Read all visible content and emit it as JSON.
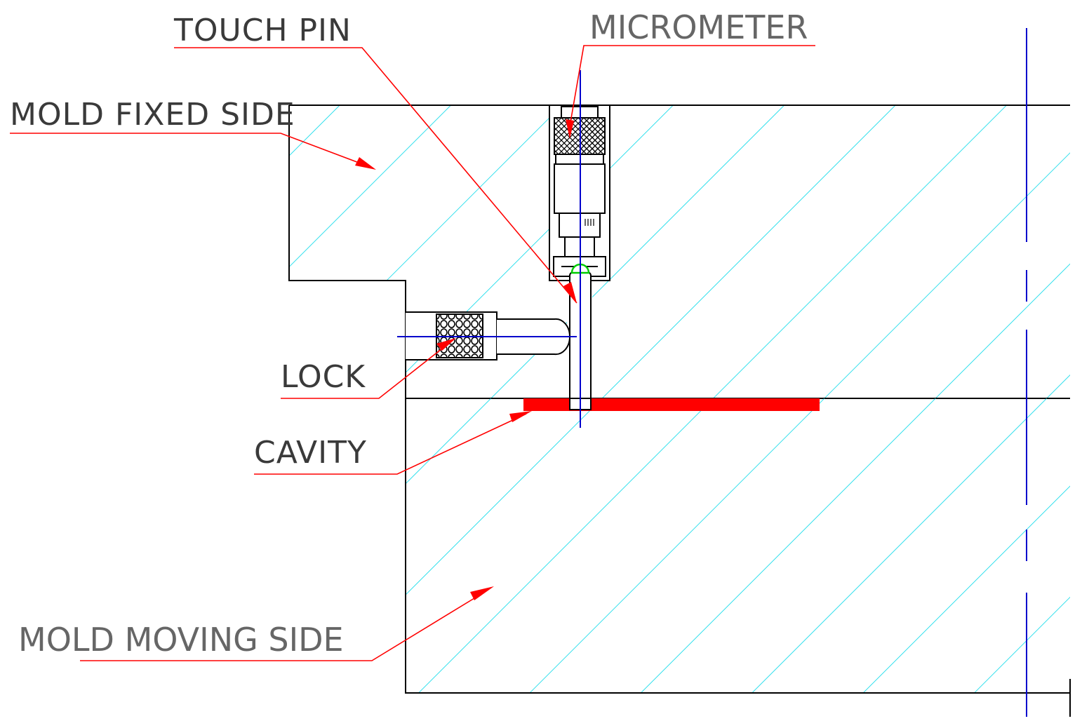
{
  "labels": {
    "touch_pin": "TOUCH PIN",
    "micrometer": "MICROMETER",
    "mold_fixed_side": "MOLD FIXED SIDE",
    "lock": "LOCK",
    "cavity": "CAVITY",
    "mold_moving_side": "MOLD MOVING SIDE"
  },
  "colors": {
    "outline": "#000000",
    "hatch": "#00d8e8",
    "centerline": "#0000cc",
    "leader": "#ff0000",
    "cavity": "#ff0000",
    "contact": "#00cc00"
  }
}
